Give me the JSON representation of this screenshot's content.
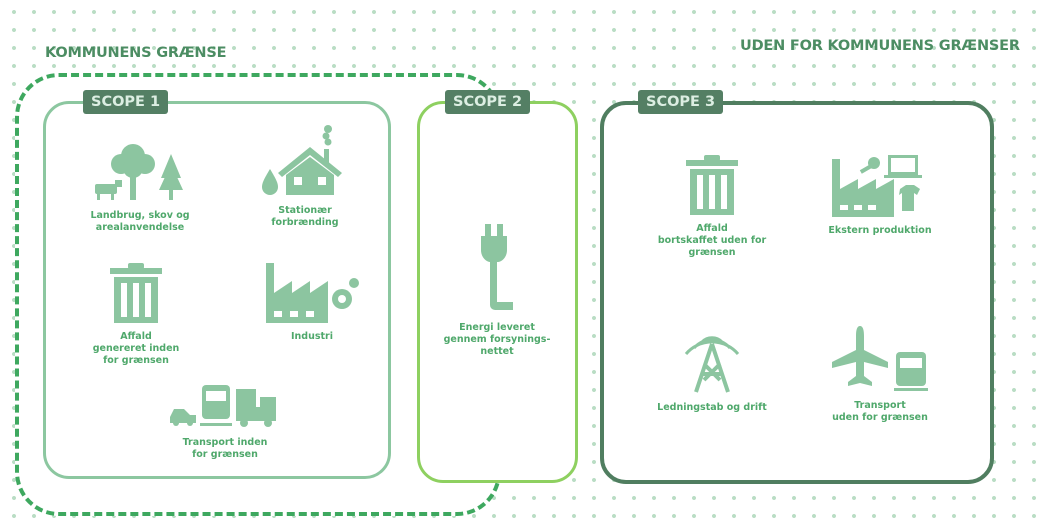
{
  "titles": {
    "inside": "KOMMUNENS GRÆNSE",
    "outside": "UDEN FOR KOMMUNENS GRÆNSER"
  },
  "scopes": [
    {
      "label": "SCOPE 1",
      "items": [
        {
          "label": "Landbrug, skov og\narealanvendelse",
          "icon": "tree-cow-icon"
        },
        {
          "label": "Stationær\nforbrænding",
          "icon": "house-flame-icon"
        },
        {
          "label": "Affald\ngenereret inden\nfor grænsen",
          "icon": "trash-icon"
        },
        {
          "label": "Industri",
          "icon": "factory-gear-icon"
        },
        {
          "label": "Transport  inden\nfor grænsen",
          "icon": "vehicles-icon"
        }
      ]
    },
    {
      "label": "SCOPE 2",
      "items": [
        {
          "label": "Energi leveret\ngennem forsynings-\nnettet",
          "icon": "plug-icon"
        }
      ]
    },
    {
      "label": "SCOPE 3",
      "items": [
        {
          "label": "Affald\nbortskaffet uden for\ngrænsen",
          "icon": "trash-icon"
        },
        {
          "label": "Ekstern produktion",
          "icon": "factory-goods-icon"
        },
        {
          "label": "Ledningstab og drift",
          "icon": "transmission-tower-icon"
        },
        {
          "label": "Transport\nuden for grænsen",
          "icon": "plane-train-icon"
        }
      ]
    }
  ],
  "colors": {
    "icon": "#8cc5a0",
    "text": "#4fa86b",
    "label_bg": "#547f64",
    "scope2_border": "#8ed060",
    "scope3_border": "#507e60",
    "boundary": "#3ea85f"
  }
}
